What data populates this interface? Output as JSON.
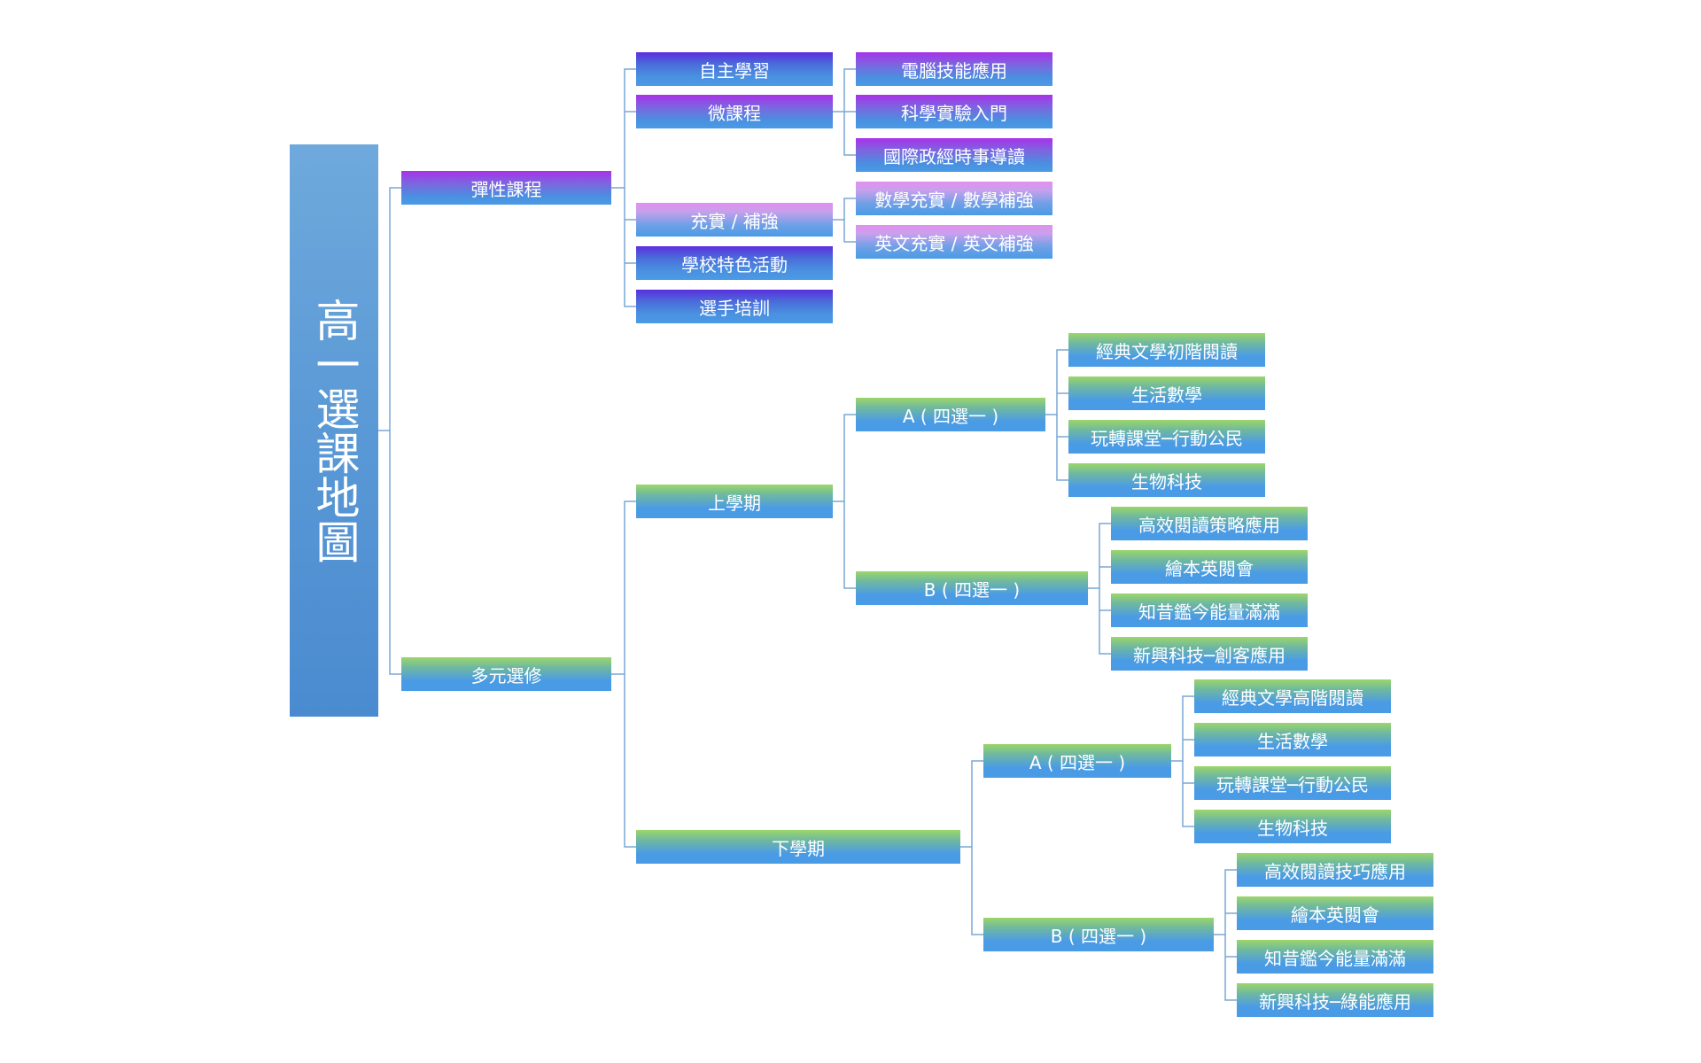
{
  "root": {
    "title": "高一選課地圖"
  },
  "level1": {
    "flexible": "彈性課程",
    "elective": "多元選修"
  },
  "flexible": {
    "self_study": "自主學習",
    "micro": "微課程",
    "enrich": "充實 / 補強",
    "school_feature": "學校特色活動",
    "athlete": "選手培訓"
  },
  "micro_courses": [
    "電腦技能應用",
    "科學實驗入門",
    "國際政經時事導讀"
  ],
  "enrich_courses": [
    "數學充實 / 數學補強",
    "英文充實 / 英文補強"
  ],
  "elective": {
    "first": "上學期",
    "second": "下學期"
  },
  "first_semester": {
    "group_a": "A ( 四選一 )",
    "group_b": "B ( 四選一 )",
    "a_courses": [
      "經典文學初階閱讀",
      "生活數學",
      "玩轉課堂─行動公民",
      "生物科技"
    ],
    "b_courses": [
      "高效閱讀策略應用",
      "繪本英閱會",
      "知昔鑑今能量滿滿",
      "新興科技─創客應用"
    ]
  },
  "second_semester": {
    "group_a": "A ( 四選一 )",
    "group_b": "B ( 四選一 )",
    "a_courses": [
      "經典文學高階閱讀",
      "生活數學",
      "玩轉課堂─行動公民",
      "生物科技"
    ],
    "b_courses": [
      "高效閱讀技巧應用",
      "繪本英閱會",
      "知昔鑑今能量滿滿",
      "新興科技─綠能應用"
    ]
  },
  "colors": {
    "connector": "#7aa7d6",
    "node_text": "#ffffff",
    "node_base": "#4a9be6",
    "accent_blue": "#5b2ee0",
    "accent_violet": "#a632ea",
    "accent_pink": "#e28ff0",
    "accent_green": "#9cd66a"
  }
}
